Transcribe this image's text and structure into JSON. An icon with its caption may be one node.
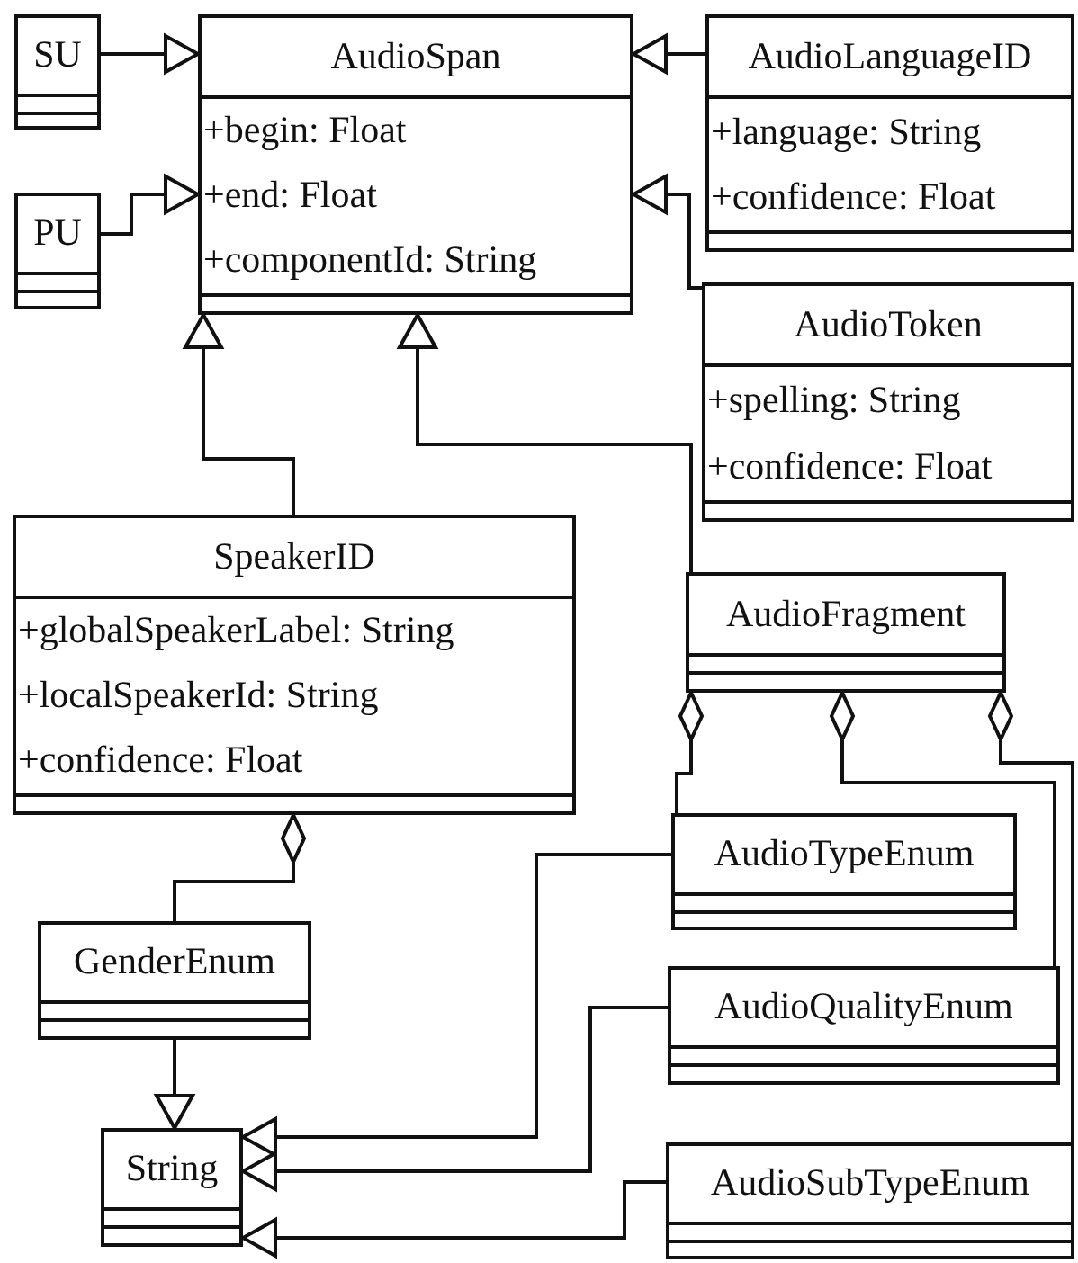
{
  "diagram": {
    "nodes": [
      {
        "text": [
          "SU"
        ]
      },
      {
        "text": [
          "AudioSpan",
          "+begin: Float",
          "+end: Float",
          "+componentId: String"
        ]
      },
      {
        "text": [
          "AudioLanguageID",
          "+language: String",
          "+confidence: Float"
        ]
      },
      {
        "text": [
          "PU"
        ]
      },
      {
        "text": [
          "AudioToken",
          "+spelling: String",
          "+confidence: Float"
        ]
      },
      {
        "text": [
          "SpeakerID",
          "+globalSpeakerLabel: String",
          "+localSpeakerId: String",
          "+confidence: Float"
        ]
      },
      {
        "text": [
          "AudioFragment"
        ]
      },
      {
        "text": [
          "AudioTypeEnum"
        ]
      },
      {
        "text": [
          "GenderEnum"
        ]
      },
      {
        "text": [
          "AudioQualityEnum"
        ]
      },
      {
        "text": [
          "String"
        ]
      },
      {
        "text": [
          "AudioSubTypeEnum"
        ]
      }
    ],
    "edges": [
      {
        "from": 0,
        "to": 1,
        "arrow": "to"
      },
      {
        "from": 2,
        "to": 1,
        "arrow": "to"
      },
      {
        "from": 3,
        "to": 1,
        "arrow": "to"
      },
      {
        "from": 4,
        "to": 1,
        "arrow": "to"
      },
      {
        "from": 5,
        "to": 1,
        "arrow": "to"
      },
      {
        "from": 6,
        "to": 1,
        "arrow": "to"
      },
      {
        "from": 5,
        "to": 8,
        "arrow": "other"
      },
      {
        "from": 6,
        "to": 7,
        "arrow": "other"
      },
      {
        "from": 6,
        "to": 9,
        "arrow": "other"
      },
      {
        "from": 6,
        "to": 11,
        "arrow": "other"
      },
      {
        "from": 8,
        "to": 10,
        "arrow": "to"
      },
      {
        "from": 7,
        "to": 10,
        "arrow": "to"
      },
      {
        "from": 9,
        "to": 10,
        "arrow": "to"
      },
      {
        "from": 11,
        "to": 10,
        "arrow": "to"
      }
    ]
  }
}
